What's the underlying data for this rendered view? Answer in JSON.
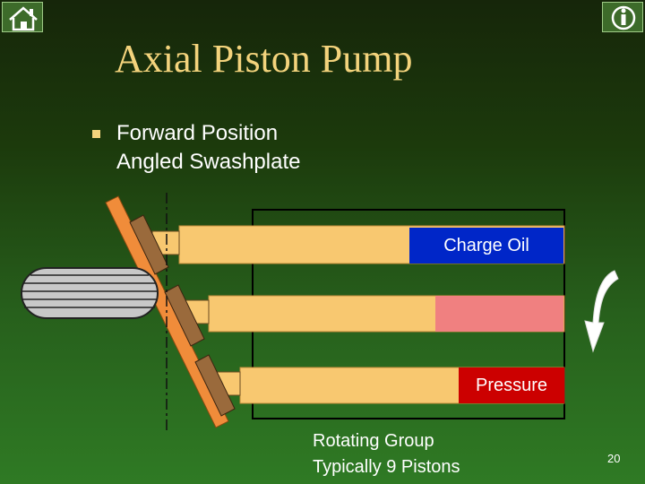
{
  "title": "Axial Piston Pump",
  "bullet": {
    "line1": "Forward Position",
    "line2": "Angled Swashplate"
  },
  "diagram": {
    "charge_label": "Charge Oil",
    "pressure_label": "Pressure",
    "caption_line1": "Rotating Group",
    "caption_line2": "Typically 9 Pistons"
  },
  "page_number": "20",
  "nav": {
    "home_icon": "home-icon",
    "info_icon": "info-icon"
  },
  "colors": {
    "title": "#f3d37c",
    "piston": "#f8c870",
    "swashplate": "#f08c3a",
    "shoe": "#9a6a3c",
    "charge": "#0026c8",
    "pressure": "#cc0000",
    "transition": "#f08080"
  }
}
